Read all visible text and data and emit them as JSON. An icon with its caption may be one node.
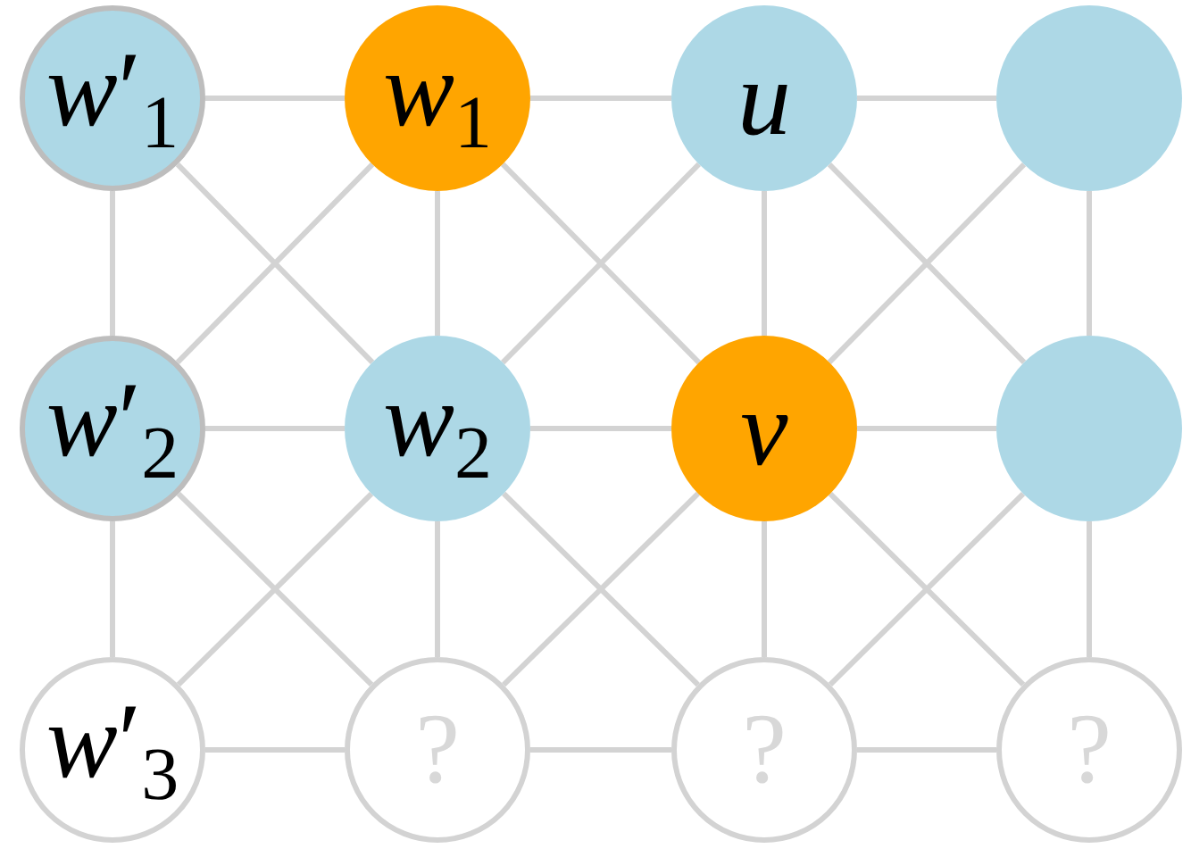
{
  "diagram": {
    "nodes": [
      {
        "text": [
          "*w*′$_{1}$"
        ]
      },
      {
        "text": [
          "*w*$_{1}$"
        ]
      },
      {
        "text": [
          "*u*"
        ]
      },
      {
        "text": [],
        "shape": "circle"
      },
      {
        "text": [
          "*w*′$_{2}$"
        ]
      },
      {
        "text": [
          "*w*$_{2}$"
        ]
      },
      {
        "text": [
          "*v*"
        ]
      },
      {
        "text": [],
        "shape": "circle"
      },
      {
        "text": [
          "*w*′$_{3}$"
        ]
      },
      {
        "text": [
          "?"
        ]
      },
      {
        "text": [
          "?"
        ]
      },
      {
        "text": [
          "?"
        ]
      }
    ],
    "edges": [
      {
        "from": 0,
        "to": 1,
        "arrow": "none"
      },
      {
        "from": 1,
        "to": 2,
        "arrow": "none"
      },
      {
        "from": 2,
        "to": 3,
        "arrow": "none"
      },
      {
        "from": 4,
        "to": 5,
        "arrow": "none"
      },
      {
        "from": 5,
        "to": 6,
        "arrow": "none"
      },
      {
        "from": 6,
        "to": 7,
        "arrow": "none"
      },
      {
        "from": 8,
        "to": 9,
        "arrow": "none"
      },
      {
        "from": 9,
        "to": 10,
        "arrow": "none"
      },
      {
        "from": 10,
        "to": 11,
        "arrow": "none"
      },
      {
        "from": 0,
        "to": 4,
        "arrow": "none"
      },
      {
        "from": 1,
        "to": 5,
        "arrow": "none"
      },
      {
        "from": 2,
        "to": 6,
        "arrow": "none"
      },
      {
        "from": 3,
        "to": 7,
        "arrow": "none"
      },
      {
        "from": 4,
        "to": 8,
        "arrow": "none"
      },
      {
        "from": 5,
        "to": 9,
        "arrow": "none"
      },
      {
        "from": 6,
        "to": 10,
        "arrow": "none"
      },
      {
        "from": 7,
        "to": 11,
        "arrow": "none"
      },
      {
        "from": 0,
        "to": 5,
        "arrow": "none"
      },
      {
        "from": 1,
        "to": 4,
        "arrow": "none"
      },
      {
        "from": 1,
        "to": 6,
        "arrow": "none"
      },
      {
        "from": 2,
        "to": 5,
        "arrow": "none"
      },
      {
        "from": 2,
        "to": 7,
        "arrow": "none"
      },
      {
        "from": 3,
        "to": 6,
        "arrow": "none"
      },
      {
        "from": 4,
        "to": 9,
        "arrow": "none"
      },
      {
        "from": 5,
        "to": 8,
        "arrow": "none"
      },
      {
        "from": 5,
        "to": 10,
        "arrow": "none"
      },
      {
        "from": 6,
        "to": 9,
        "arrow": "none"
      },
      {
        "from": 6,
        "to": 11,
        "arrow": "none"
      },
      {
        "from": 7,
        "to": 10,
        "arrow": "none"
      }
    ]
  }
}
